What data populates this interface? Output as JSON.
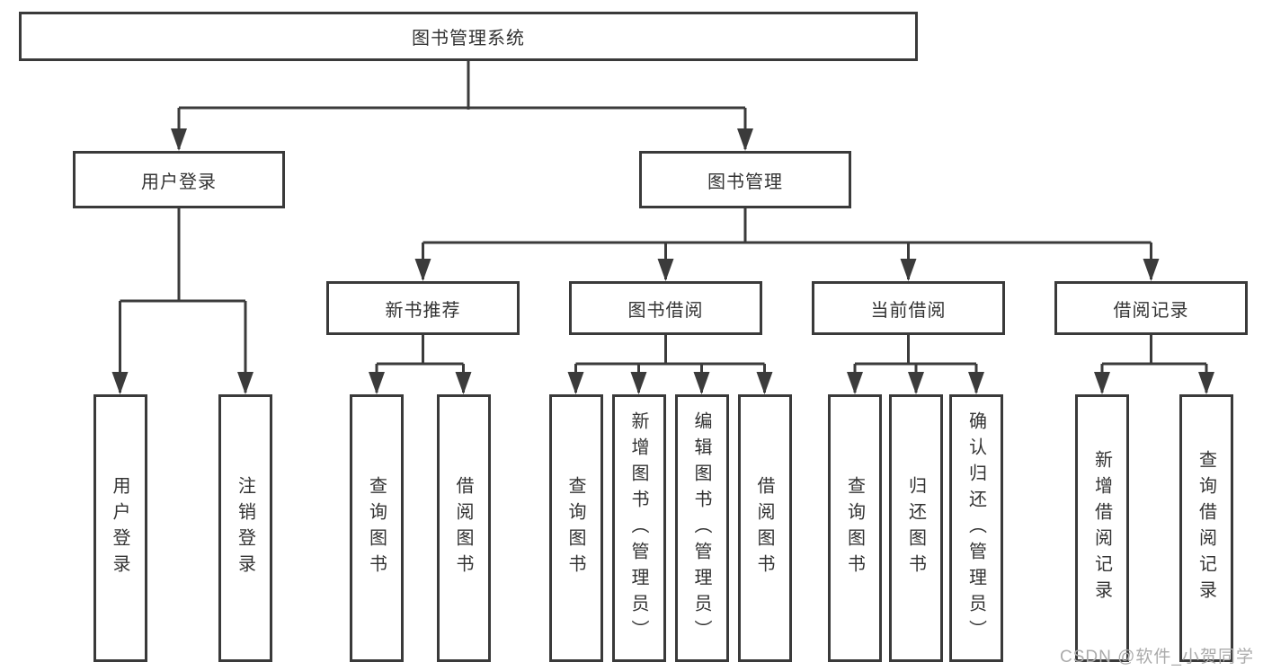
{
  "diagram": {
    "root": "图书管理系统",
    "level2": [
      "用户登录",
      "图书管理"
    ],
    "level3": [
      "新书推荐",
      "图书借阅",
      "当前借阅",
      "借阅记录"
    ],
    "leaves_user_login": [
      "用户登录",
      "注销登录"
    ],
    "leaves_new_books": [
      "查询图书",
      "借阅图书"
    ],
    "leaves_book_borrowing": [
      "查询图书",
      "新增图书（管理员）",
      "编辑图书（管理员）",
      "借阅图书"
    ],
    "leaves_current_borrowing": [
      "查询图书",
      "归还图书",
      "确认归还（管理员）"
    ],
    "leaves_borrowing_records": [
      "新增借阅记录",
      "查询借阅记录"
    ]
  },
  "watermark": "CSDN @软件_小贺同学",
  "colors": {
    "line": "#3b3b3b",
    "box_border": "#3a3a3a",
    "text": "#333333",
    "watermark": "#ababab",
    "background": "#ffffff"
  }
}
